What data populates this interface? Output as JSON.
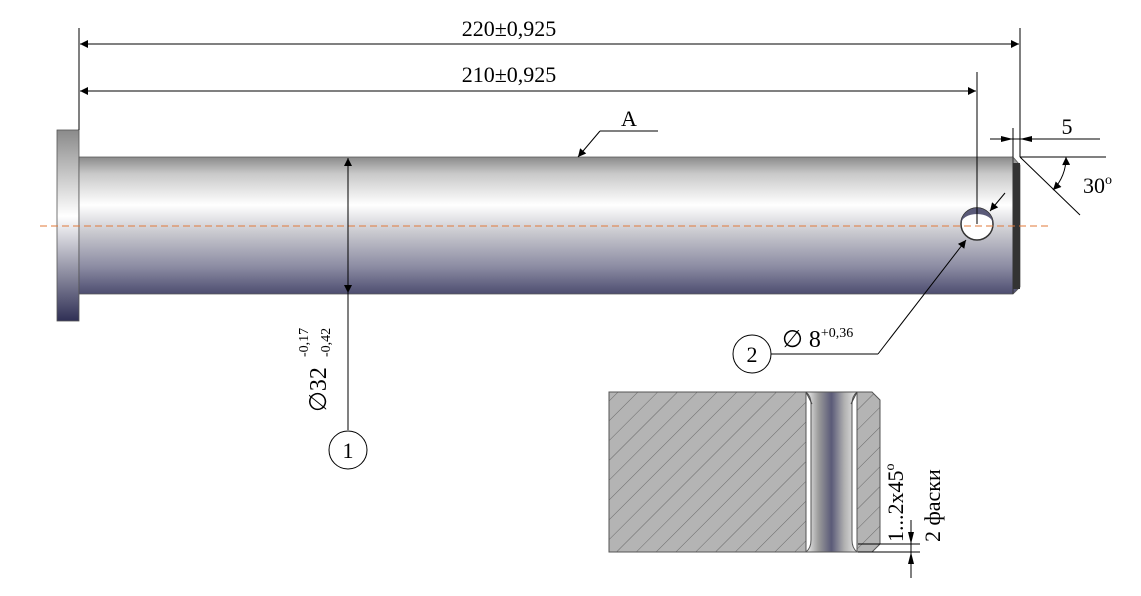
{
  "dimensions": {
    "overall_length": "220±0,925",
    "hole_position": "210±0,925",
    "chamfer_length": "5",
    "chamfer_angle": "30",
    "chamfer_angle_unit": "o"
  },
  "surface_label": "A",
  "diameter_main": {
    "symbol": "∅",
    "nominal": "32",
    "upper_dev": "-0,17",
    "lower_dev": "-0,42"
  },
  "diameter_hole": {
    "symbol": "∅",
    "nominal": "8",
    "upper_dev": "+0,36"
  },
  "callouts": {
    "c1": "1",
    "c2": "2"
  },
  "section_chamfer": {
    "size": "1...2x45",
    "degree": "o",
    "note": "2 фаски"
  },
  "colors": {
    "centerline": "#e07a3a",
    "line": "#000000"
  }
}
